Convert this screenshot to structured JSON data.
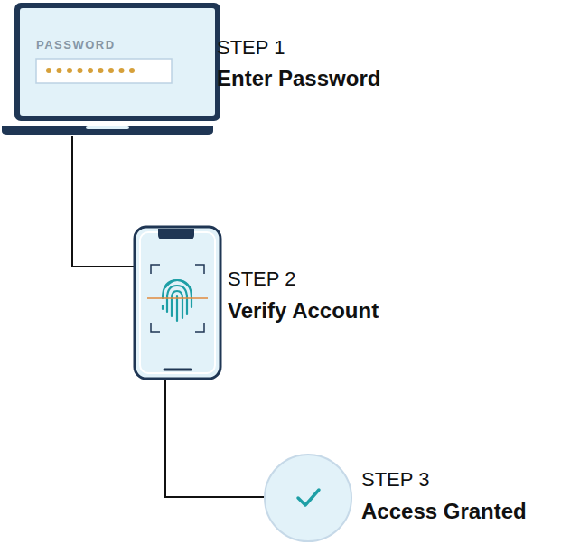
{
  "diagram": {
    "nodes": [
      {
        "text": [
          "PASSWORD",
          "STEP 1",
          "Enter Password"
        ]
      },
      {
        "text": [
          "STEP 2",
          "Verify Account"
        ]
      },
      {
        "text": [
          "STEP 3",
          "Access Granted"
        ]
      }
    ],
    "edges": [
      {
        "from": 0,
        "to": 1,
        "arrow": "none"
      },
      {
        "from": 1,
        "to": 2,
        "arrow": "none"
      }
    ]
  }
}
